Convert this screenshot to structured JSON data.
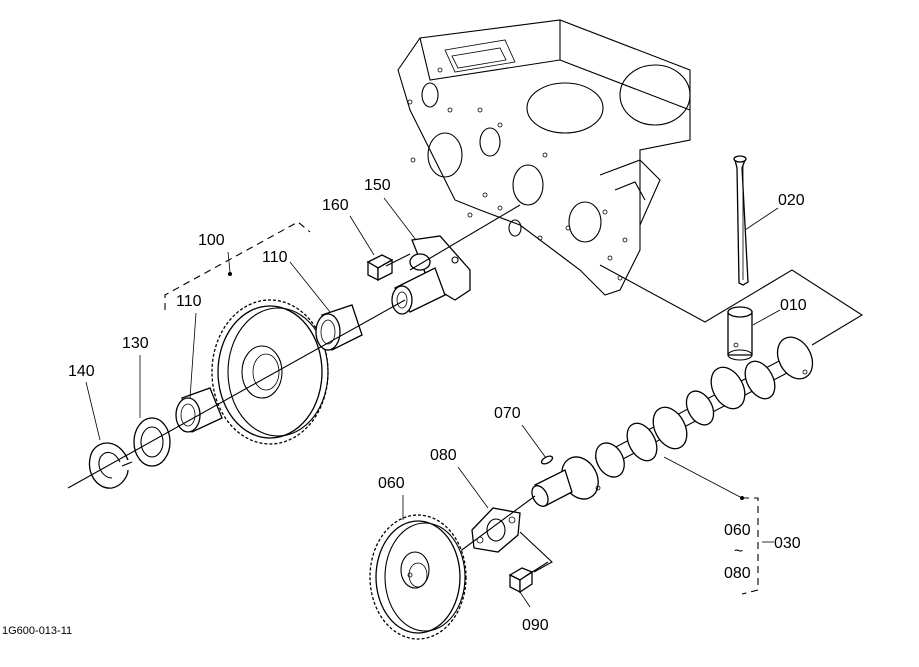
{
  "drawing_code": "1G600-013-11",
  "callouts": {
    "p010": "010",
    "p020": "020",
    "p030": "030",
    "p060": "060",
    "p060_range_start": "060",
    "p070": "070",
    "p080": "080",
    "p080_range_end": "080",
    "p090": "090",
    "p100": "100",
    "p110_left": "110",
    "p110_right": "110",
    "p130": "130",
    "p140": "140",
    "p150": "150",
    "p160": "160",
    "range_symbol": "~"
  },
  "colors": {
    "line": "#000000",
    "background": "#ffffff"
  }
}
